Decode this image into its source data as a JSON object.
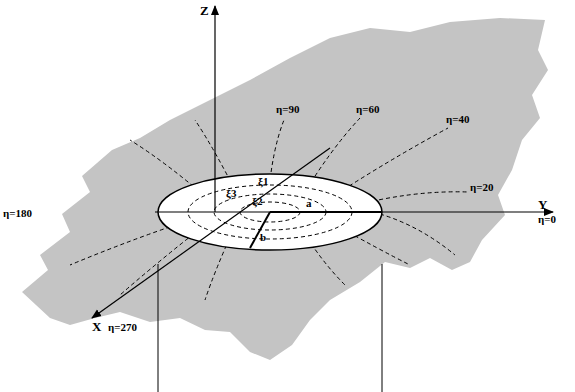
{
  "diagram": {
    "labels": [
      "Z",
      "η=90",
      "η=60",
      "η=40",
      "η=20",
      "η=180",
      "Y",
      "η=0",
      "X",
      "η=270",
      "ξ1",
      "ξ2",
      "ξ3",
      "a",
      "b"
    ]
  }
}
